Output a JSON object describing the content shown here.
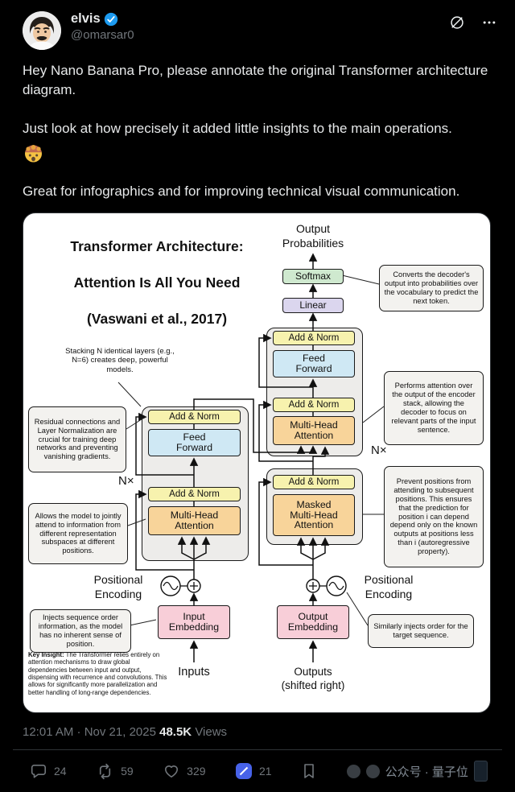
{
  "post": {
    "author": {
      "name": "elvis",
      "handle": "@omarsar0"
    },
    "body": {
      "p1": "Hey Nano Banana Pro, please annotate the original Transformer architecture diagram.",
      "p2": "Just look at how precisely it added little insights to the main operations.",
      "emoji": "🤯",
      "p3": "Great for infographics and for improving technical visual communication."
    },
    "meta": {
      "timestamp": "12:01 AM · Nov 21, 2025",
      "separator": "·",
      "views_count": "48.5K",
      "views_label": "Views"
    },
    "actions": {
      "replies": "24",
      "reposts": "59",
      "likes": "329",
      "grok_count": "21"
    },
    "watermark": {
      "text": "公众号 · 量子位"
    }
  },
  "diagram": {
    "title_lines": [
      "Transformer Architecture:",
      "Attention Is All You Need",
      "(Vaswani et al., 2017)"
    ],
    "output_probabilities": "Output\nProbabilities",
    "blocks": {
      "softmax": "Softmax",
      "linear": "Linear",
      "add_norm": "Add & Norm",
      "feed_forward": "Feed\nForward",
      "multi_head_attention": "Multi-Head\nAttention",
      "masked_multi_head_attention": "Masked\nMulti-Head\nAttention",
      "input_embedding": "Input\nEmbedding",
      "output_embedding": "Output\nEmbedding"
    },
    "labels": {
      "nx": "N×",
      "positional_encoding": "Positional\nEncoding",
      "inputs": "Inputs",
      "outputs": "Outputs\n(shifted right)"
    },
    "annotations": {
      "stacking": "Stacking N identical layers (e.g., N=6) creates deep, powerful models.",
      "residual": "Residual connections and Layer Normalization are crucial for training deep networks and preventing vanishing gradients.",
      "subspaces": "Allows the model to jointly attend to information from different representation subspaces at different positions.",
      "softmax_note": "Converts the decoder's output into probabilities over the vocabulary to predict the next token.",
      "cross_attention": "Performs attention over the output of the encoder stack, allowing the decoder to focus on relevant parts of the input sentence.",
      "masking": "Prevent positions from attending to subsequent positions. This ensures that the prediction for position i can depend depend only on the known outputs at positions less than i (autoregressive property).",
      "positional_left": "Injects sequence order information, as the model has no inherent sense of position.",
      "positional_right": "Similarly injects order for the target sequence.",
      "key_insight_label": "Key Insight:",
      "key_insight": "The Transformer relies entirely on attention mechanisms to draw global dependencies between input and output, dispensing with recurrence and convolutions. This allows for significantly more parallelization and better handling of long-range dependencies."
    }
  }
}
